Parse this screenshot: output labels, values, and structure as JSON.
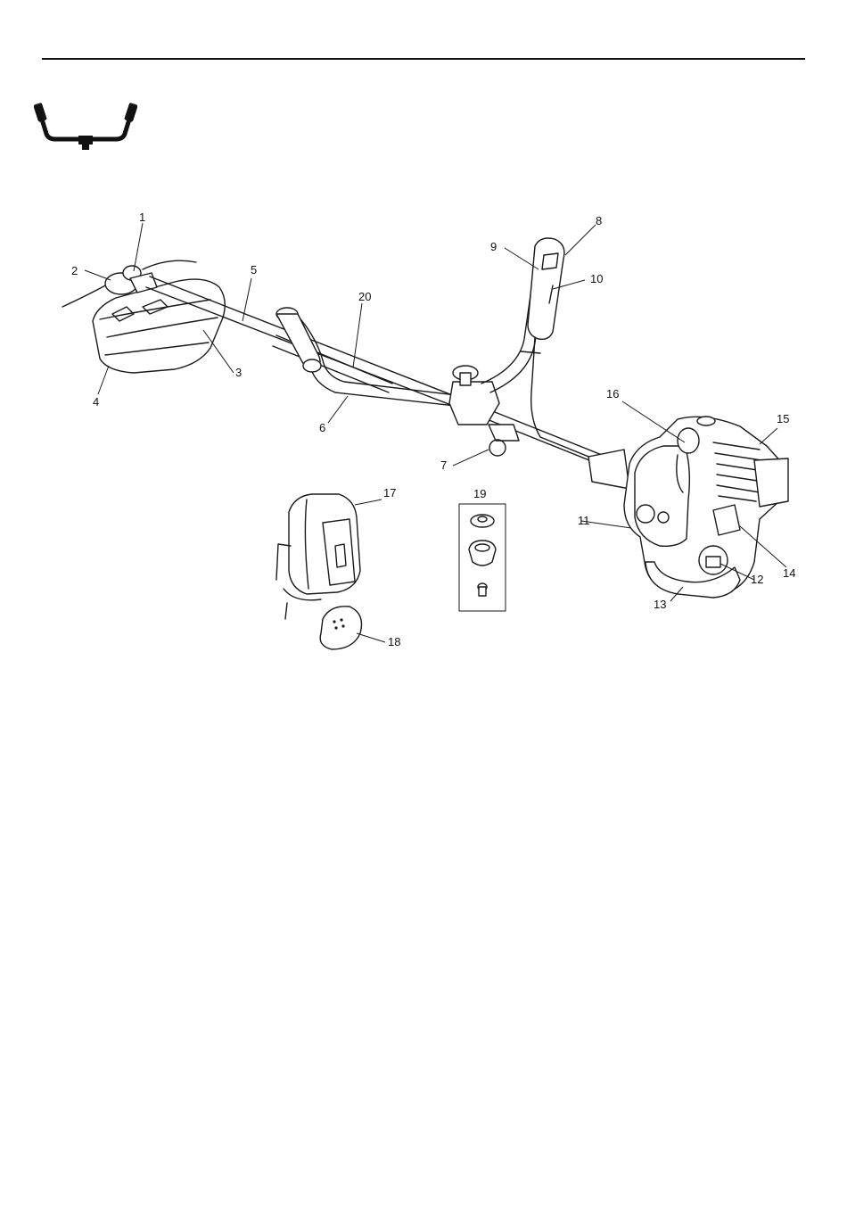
{
  "figure": {
    "handle_type_icon": "bike-handle-icon",
    "callouts": {
      "c1": "1",
      "c2": "2",
      "c3": "3",
      "c4": "4",
      "c5": "5",
      "c6": "6",
      "c7": "7",
      "c8": "8",
      "c9": "9",
      "c10": "10",
      "c11": "11",
      "c12": "12",
      "c13": "13",
      "c14": "14",
      "c15": "15",
      "c16": "16",
      "c17": "17",
      "c18": "18",
      "c19": "19",
      "c20": "20"
    }
  }
}
